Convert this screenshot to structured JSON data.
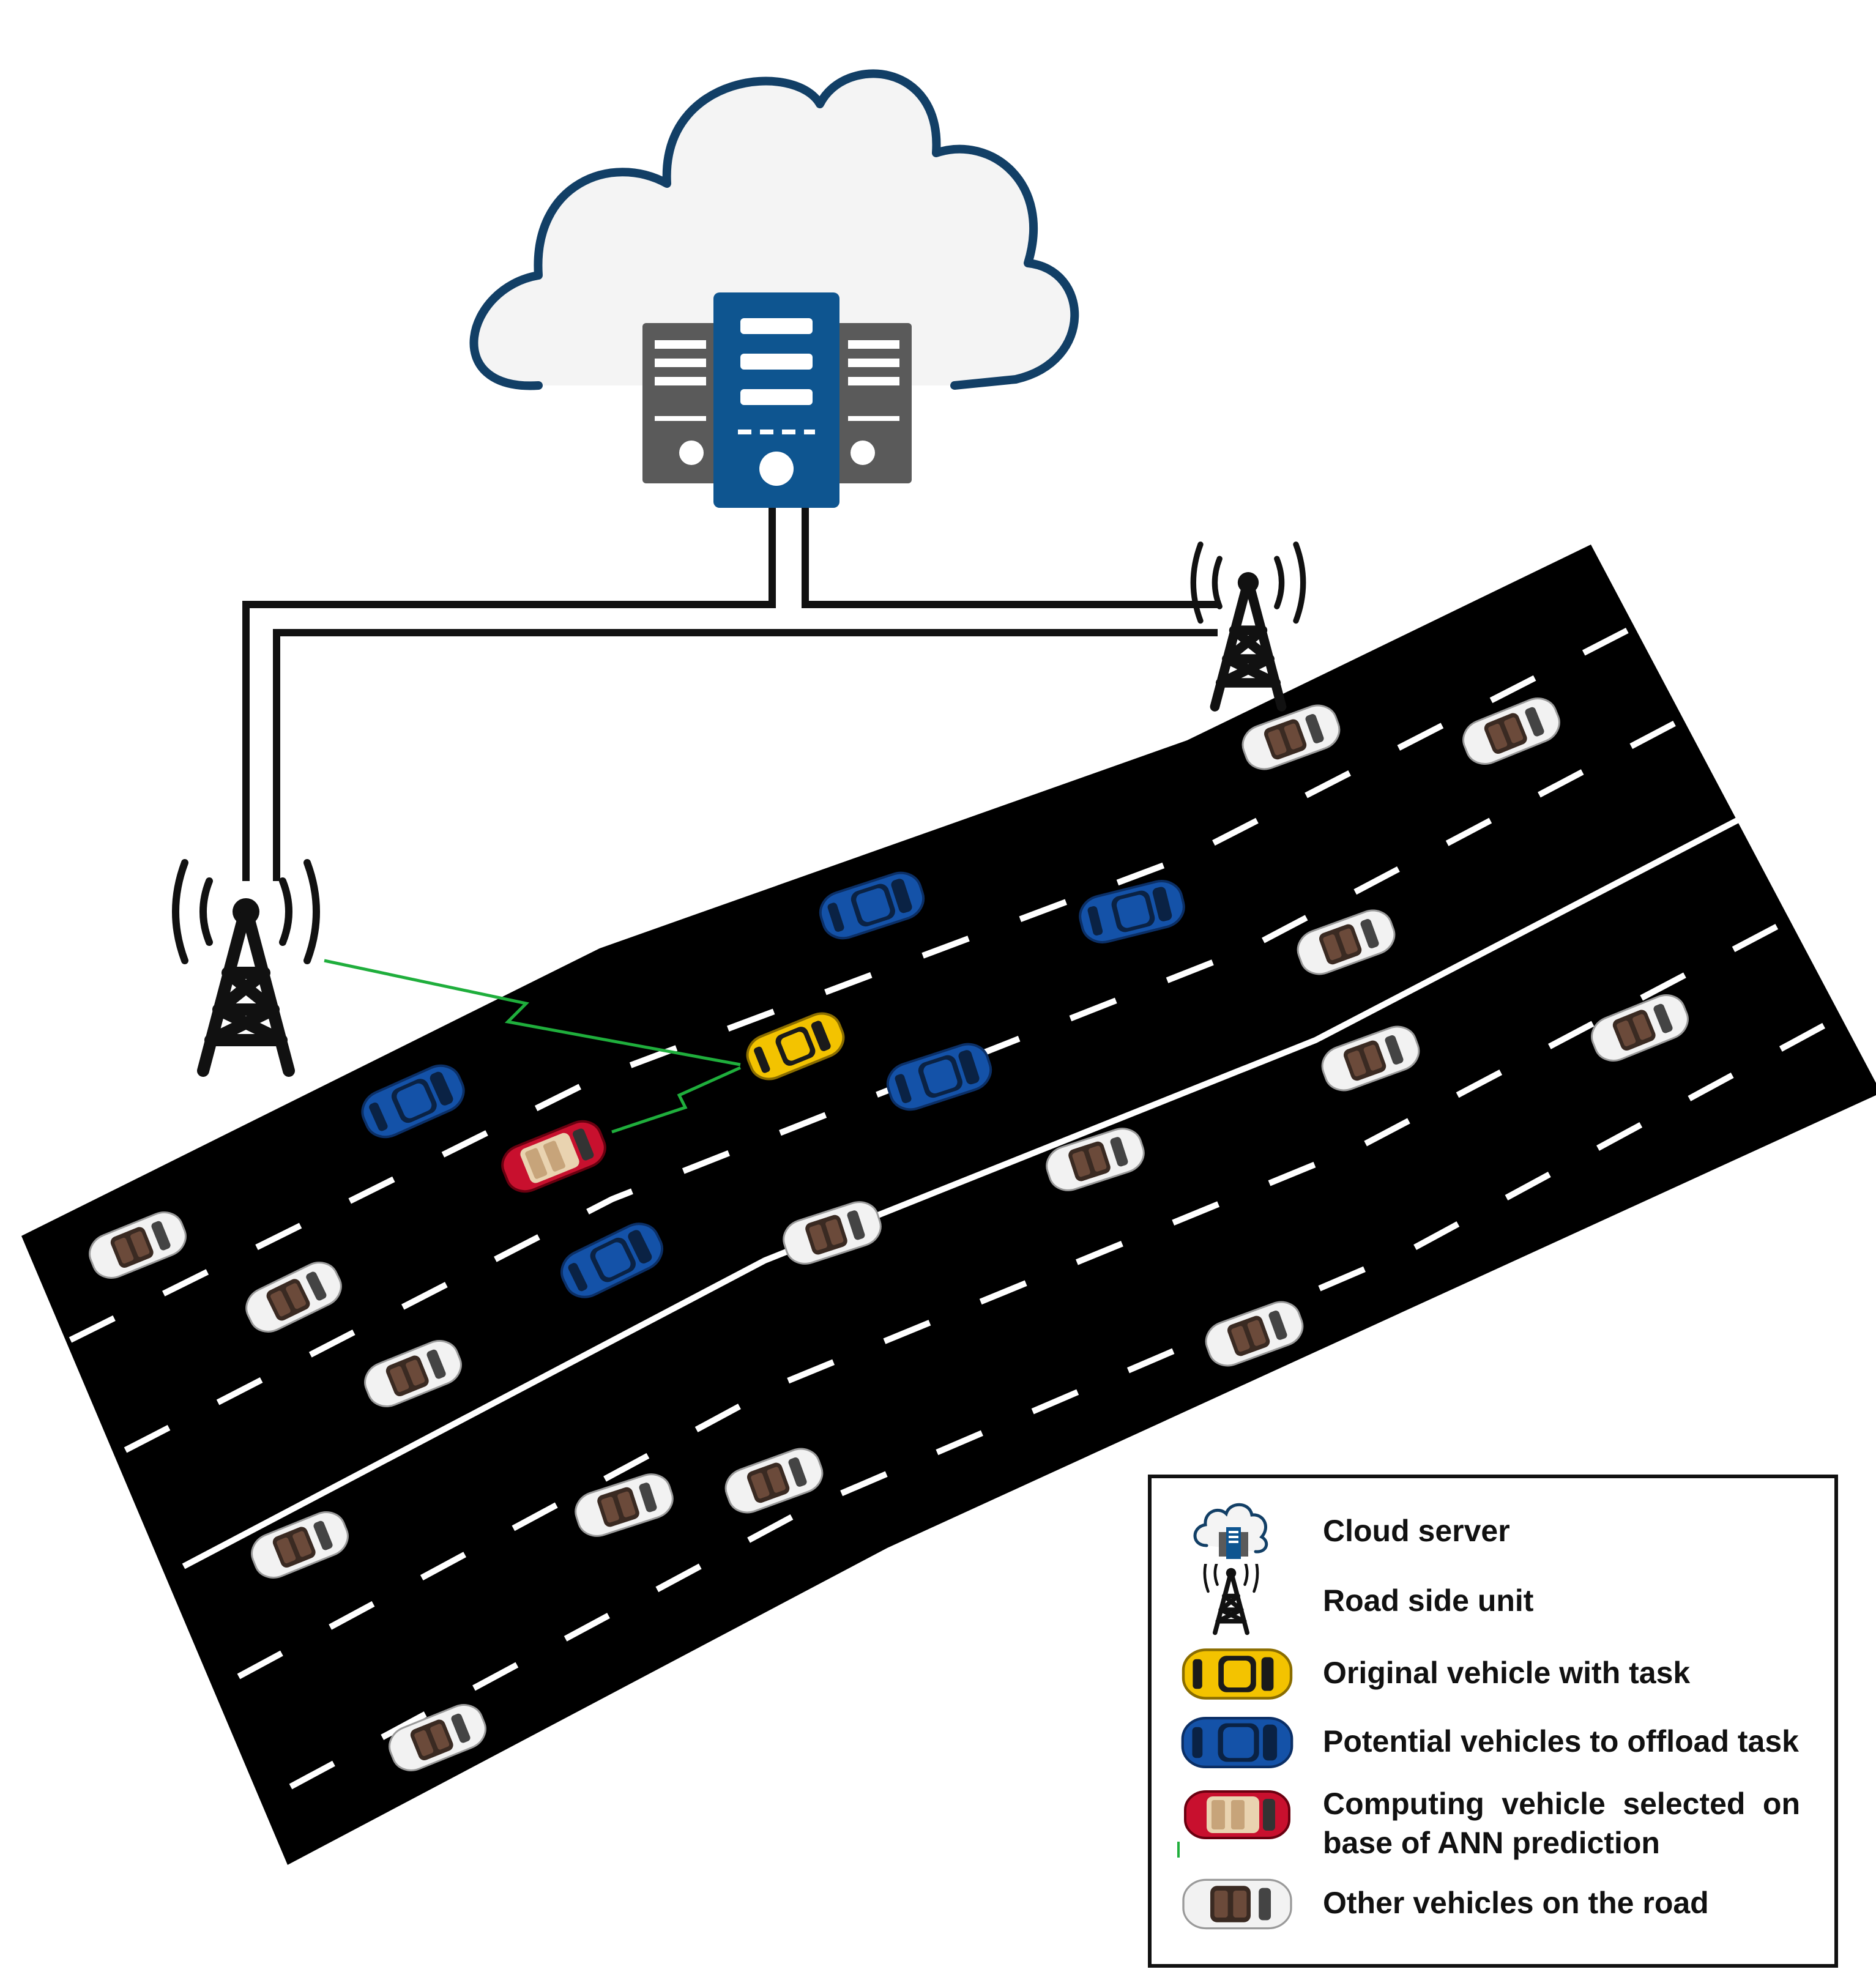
{
  "legend": {
    "items": [
      {
        "label": "Cloud server",
        "icon": "cloud-server-icon"
      },
      {
        "label": "Road side unit",
        "icon": "rsu-tower-icon"
      },
      {
        "label": "Original vehicle with task",
        "icon": "yellow-car-icon"
      },
      {
        "label": "Potential vehicles to offload task",
        "icon": "blue-car-icon"
      },
      {
        "label_lines": [
          "Computing vehicle selected on",
          "base of ANN prediction"
        ],
        "icon": "red-car-icon"
      },
      {
        "label": "Other vehicles on the road",
        "icon": "white-car-icon"
      }
    ]
  },
  "colors": {
    "road": "#000000",
    "lane_marking": "#ffffff",
    "cloud_outline": "#123f66",
    "cloud_fill": "#f4f4f4",
    "server_blue": "#0e5590",
    "server_gray": "#5a5a5a",
    "wireless_link": "#1fae3c",
    "yellow_car": "#f3c300",
    "blue_car": "#1452a8",
    "red_car": "#c8102e",
    "white_car": "#f2f2f2"
  }
}
